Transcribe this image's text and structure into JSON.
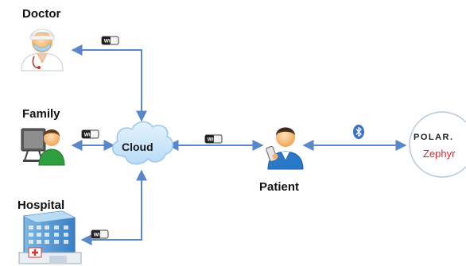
{
  "nodes": {
    "doctor": {
      "label": "Doctor"
    },
    "family": {
      "label": "Family"
    },
    "hospital": {
      "label": "Hospital"
    },
    "cloud": {
      "label": "Cloud"
    },
    "patient": {
      "label": "Patient"
    },
    "devices": {
      "brand_primary": "POLAR.",
      "brand_secondary": "Zephyr"
    }
  },
  "link_badges": {
    "wifi": "Wi Fi",
    "bluetooth_icon": "bluetooth-icon"
  },
  "colors": {
    "arrow": "#5a87c7",
    "cloud_fill": "#cfe7fb",
    "cloud_stroke": "#9cc6ea",
    "polar_text": "#222222",
    "zephyr_text": "#d8262e",
    "device_circle_stroke": "#b8c9dc",
    "bluetooth": "#3b73c4"
  }
}
